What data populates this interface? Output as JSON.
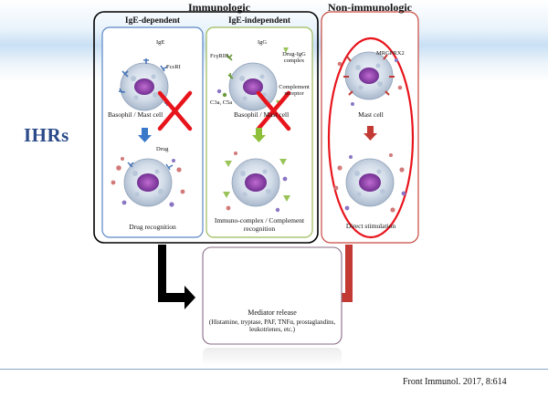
{
  "slide": {
    "side_title": "IHRs",
    "citation": "Front Immunol. 2017, 8:614"
  },
  "headers": {
    "immunologic": "Immunologic",
    "non_immunologic": "Non-immunologic"
  },
  "panels": {
    "ige_dependent": {
      "title": "IgE-dependent",
      "labels": {
        "ige": "IgE",
        "receptor": "FcεRI",
        "drug": "Drug"
      },
      "cell_caption": "Basophil / Mast cell",
      "bottom_caption": "Drug recognition"
    },
    "ige_independent": {
      "title": "IgE-independent",
      "labels": {
        "igg": "IgG",
        "receptor": "FcγRIII",
        "complex": "Drug-IgG complex",
        "complement": "Complement receptor",
        "c3a": "C3a, C5a"
      },
      "cell_caption": "Basophil / Mast cell",
      "bottom_caption": "Immuno-complex / Complement recognition"
    },
    "non_immunologic": {
      "labels": {
        "receptor": "MRGPRX2"
      },
      "cell_caption": "Mast cell",
      "bottom_caption": "Direct stimulation"
    }
  },
  "mediator": {
    "title": "Mediator release",
    "detail": "(Histamine, tryptase, PAF, TNFα, prostaglandins, leukotrienes, etc.)"
  },
  "colors": {
    "panel1_border": "#5b87c5",
    "panel2_border": "#9cbb5a",
    "panel3_border": "#c9473f",
    "ellipse": "#e8141c",
    "cross": "#e8141c",
    "arrow_blue": "#3a78c9",
    "arrow_green": "#8fbf3a",
    "arrow_red": "#c23a33",
    "arrow_black": "#000000",
    "mediator_border": "#8a6a86",
    "title_blue": "#2b4a8a"
  }
}
